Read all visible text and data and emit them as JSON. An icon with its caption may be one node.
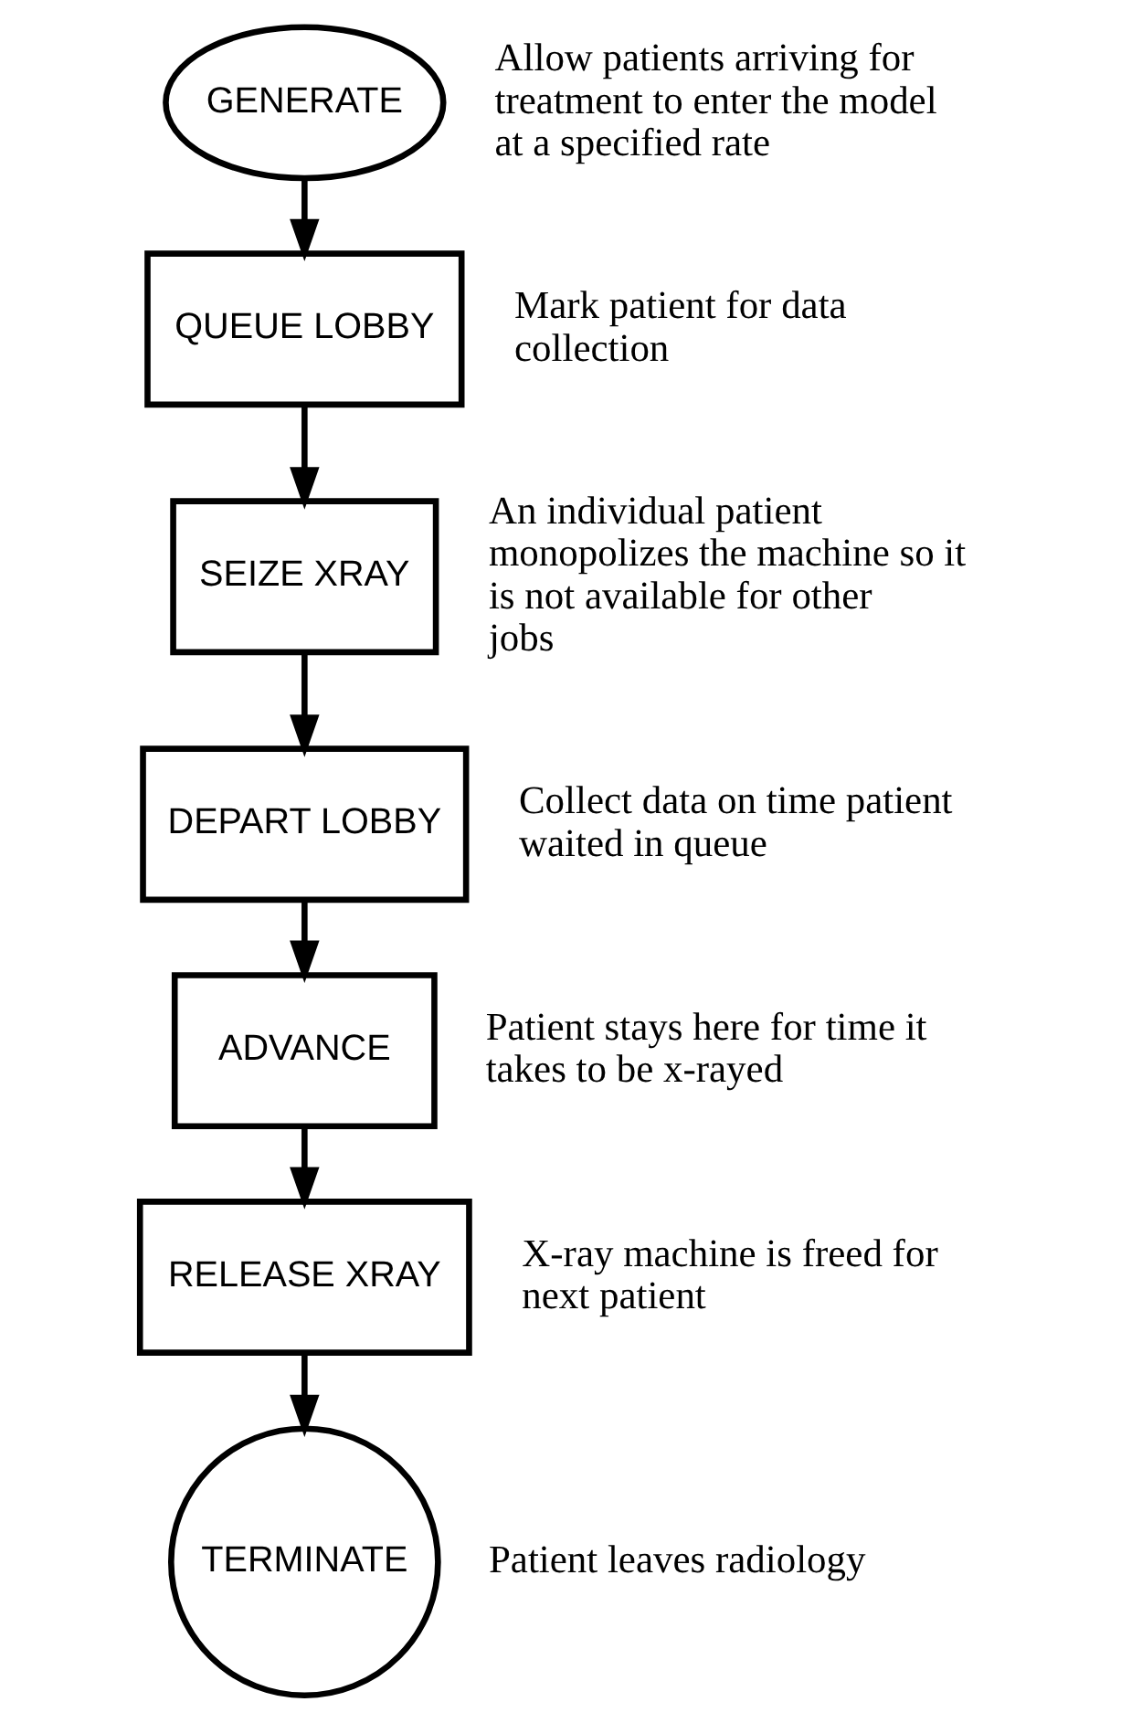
{
  "diagram": {
    "nodes": [
      {
        "text": [
          "GENERATE"
        ],
        "beside": [
          "Allow patients arriving for treatment to enter the model at a specified rate"
        ]
      },
      {
        "text": [
          "QUEUE LOBBY"
        ],
        "beside": [
          "Mark patient for data collection"
        ]
      },
      {
        "text": [
          "SEIZE XRAY"
        ],
        "beside": [
          "An individual patient monopolizes the machine so it is not available for other jobs"
        ]
      },
      {
        "text": [
          "DEPART LOBBY"
        ],
        "beside": [
          "Collect data on time patient waited in queue"
        ]
      },
      {
        "text": [
          "ADVANCE"
        ],
        "beside": [
          "Patient stays here for time it takes to be x-rayed"
        ]
      },
      {
        "text": [
          "RELEASE XRAY"
        ],
        "beside": [
          "X-ray machine is freed for next patient"
        ]
      },
      {
        "text": [
          "TERMINATE"
        ],
        "beside": [
          "Patient leaves radiology"
        ]
      }
    ],
    "edges": [
      {
        "from": 0,
        "to": 1,
        "arrow": "to"
      },
      {
        "from": 1,
        "to": 2,
        "arrow": "to"
      },
      {
        "from": 2,
        "to": 3,
        "arrow": "to"
      },
      {
        "from": 3,
        "to": 4,
        "arrow": "to"
      },
      {
        "from": 4,
        "to": 5,
        "arrow": "to"
      },
      {
        "from": 5,
        "to": 6,
        "arrow": "to"
      }
    ]
  }
}
